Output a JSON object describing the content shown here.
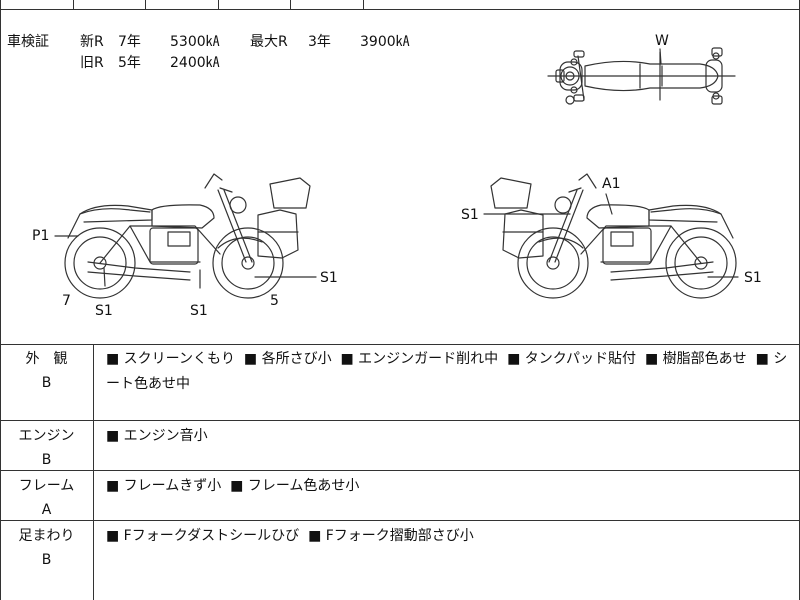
{
  "inspection": {
    "label": "車検証",
    "new_r": "新R",
    "new_years": "7年",
    "new_value": "5300㎄",
    "max_r": "最大R",
    "max_years": "3年",
    "max_value": "3900㎄",
    "old_r": "旧R",
    "old_years": "5年",
    "old_value": "2400㎄"
  },
  "diagram": {
    "top_view_marker": "W",
    "left_side": {
      "p1": "P1",
      "front_tire": "7",
      "rear_tire": "5",
      "s1_exhaust": "S1",
      "s1_mid": "S1",
      "s1_rear": "S1"
    },
    "right_side": {
      "a1": "A1",
      "s1_bag": "S1",
      "s1_rear": "S1"
    }
  },
  "sections": [
    {
      "title": "外　観",
      "grade": "B",
      "items": [
        "■ スクリーンくもり",
        "■ 各所さび小",
        "■ エンジンガード削れ中",
        "■ タンクパッド貼付",
        "■ 樹脂部色あせ",
        "■ シート色あせ中"
      ]
    },
    {
      "title": "エンジン",
      "grade": "B",
      "items": [
        "■ エンジン音小"
      ]
    },
    {
      "title": "フレーム",
      "grade": "A",
      "items": [
        "■ フレームきず小",
        "■ フレーム色あせ小"
      ]
    },
    {
      "title": "足まわり",
      "grade": "B",
      "items": [
        "■ Fフォークダストシールひび",
        "■ Fフォーク摺動部さび小"
      ]
    }
  ]
}
